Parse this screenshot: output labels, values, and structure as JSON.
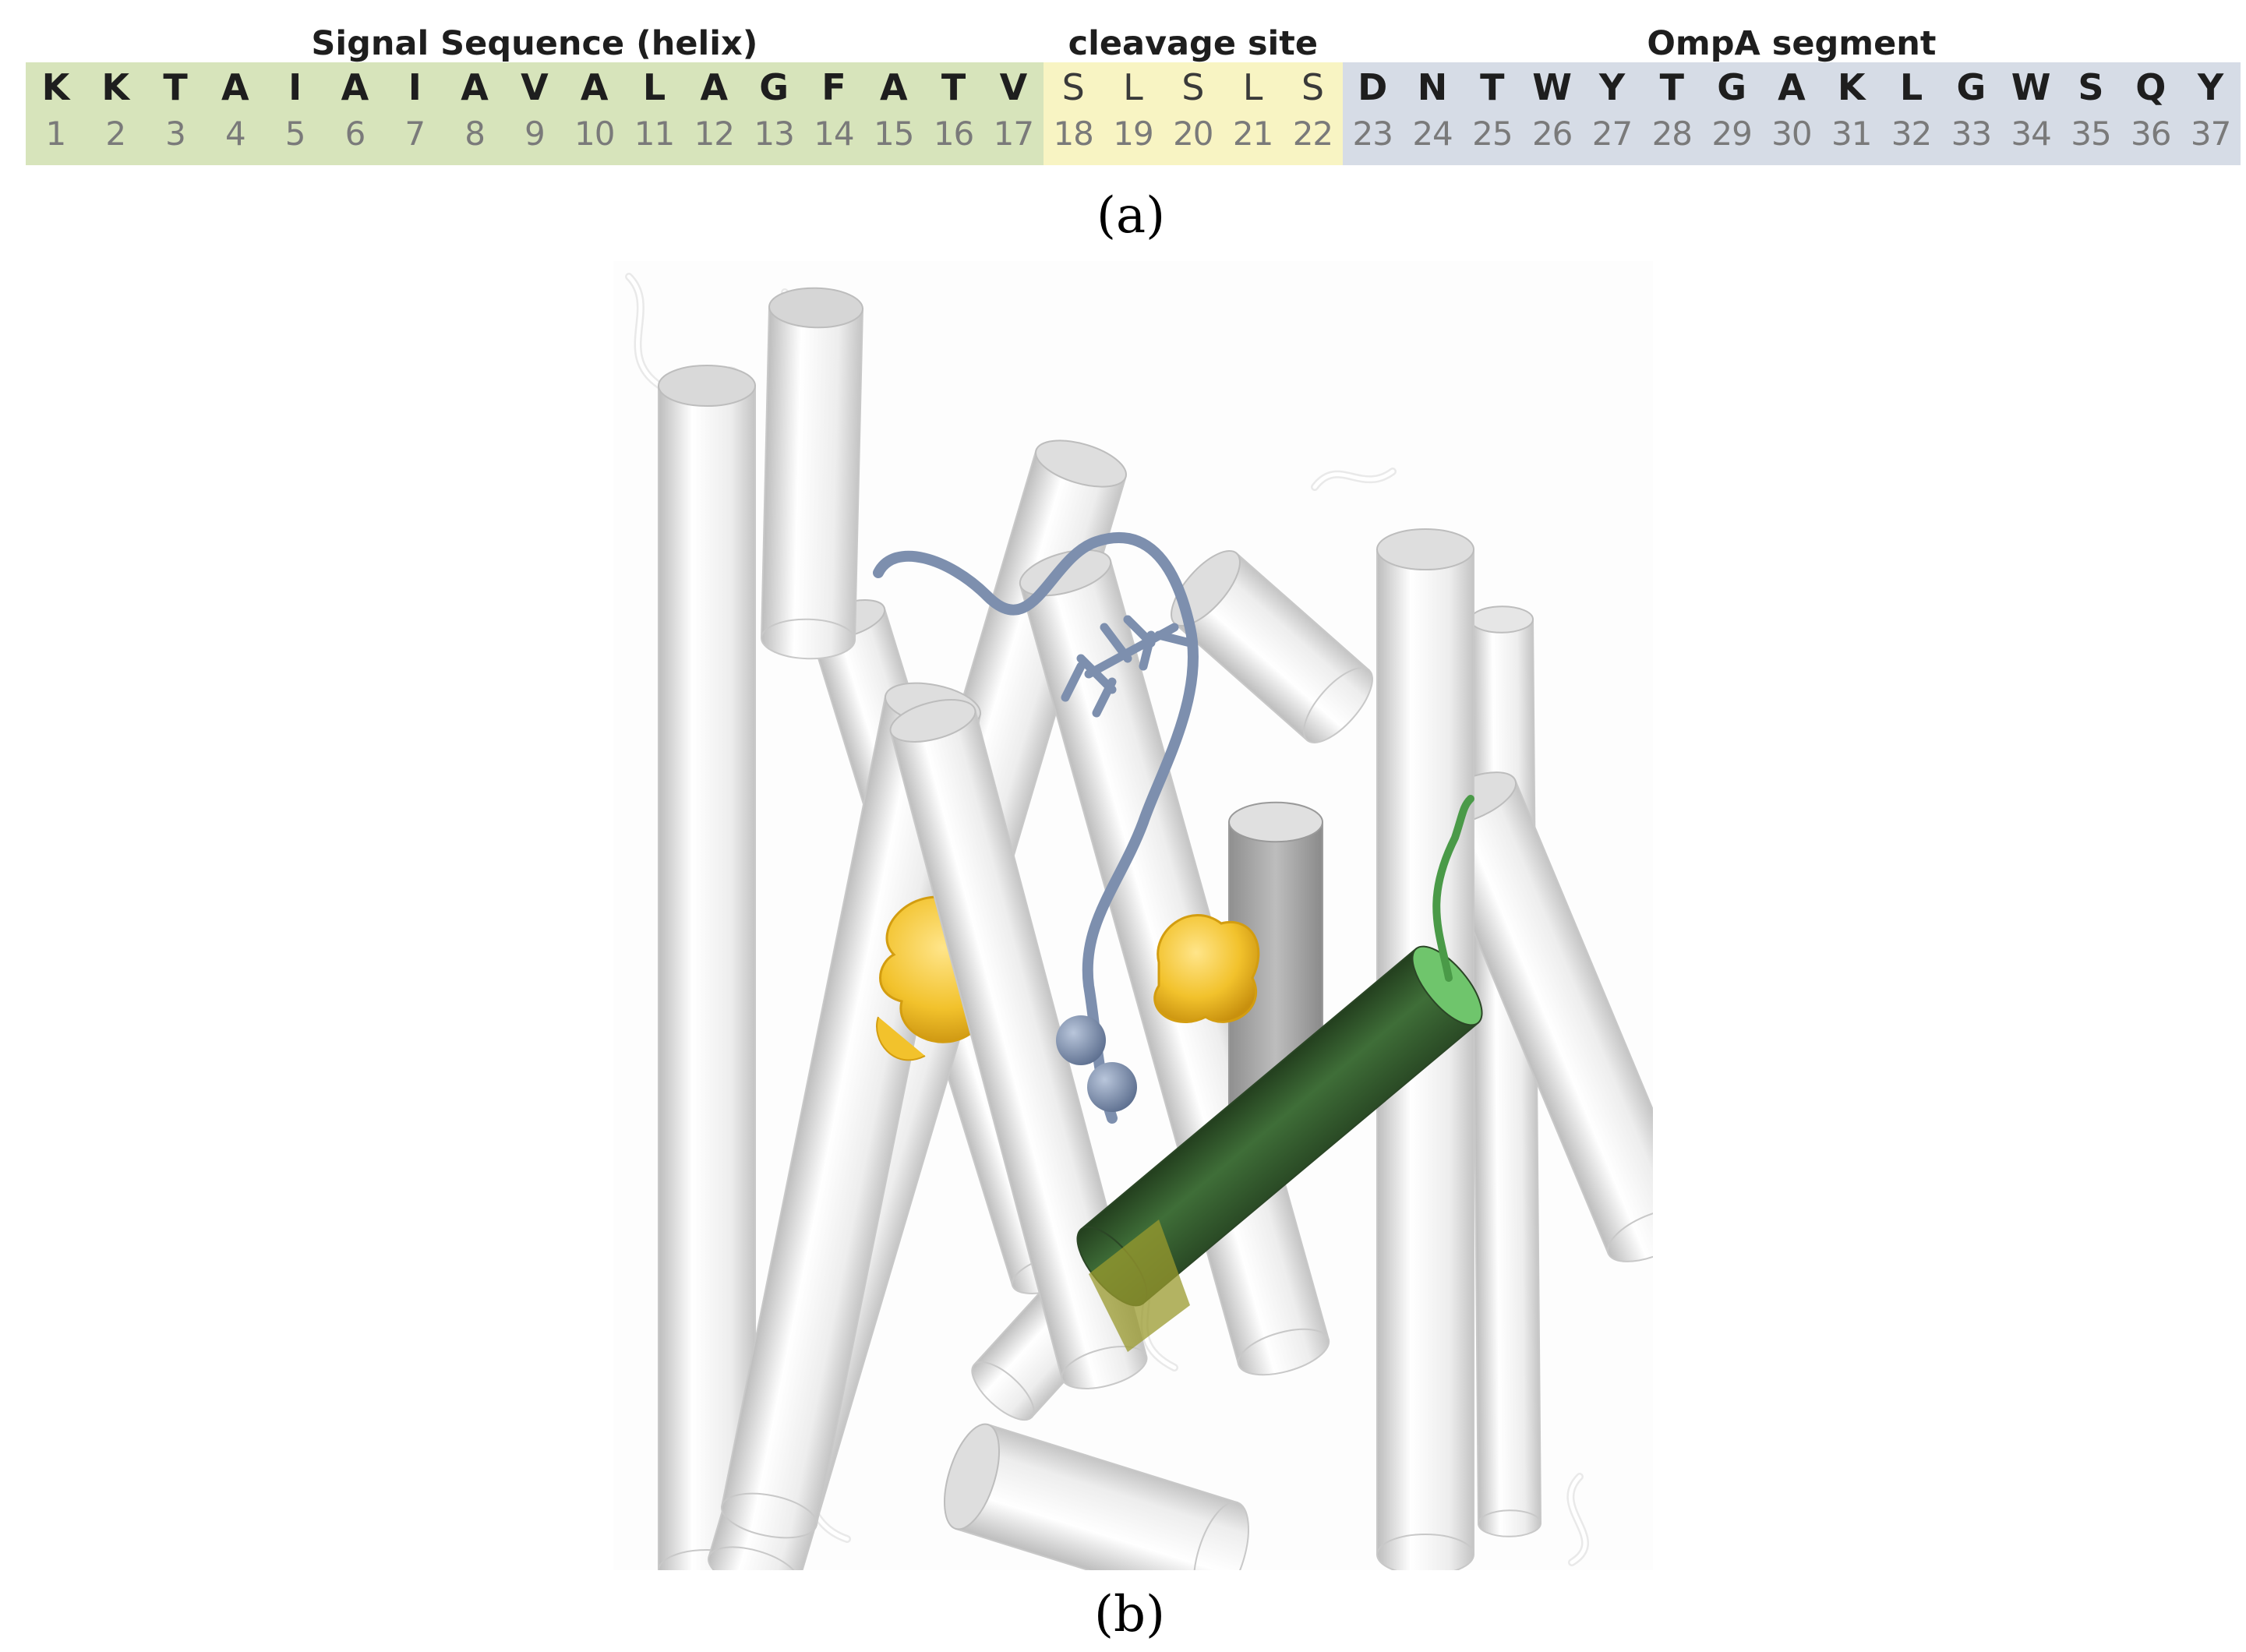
{
  "sequence_table": {
    "sections": [
      {
        "title": "Signal Sequence (helix)",
        "color": "#d7e4bb",
        "start": 1,
        "end": 17
      },
      {
        "title": "cleavage site",
        "color": "#f8f4c3",
        "start": 18,
        "end": 22
      },
      {
        "title": "OmpA segment",
        "color": "#d6dce6",
        "start": 23,
        "end": 37
      }
    ],
    "residues": [
      "K",
      "K",
      "T",
      "A",
      "I",
      "A",
      "I",
      "A",
      "V",
      "A",
      "L",
      "A",
      "G",
      "F",
      "A",
      "T",
      "V",
      "S",
      "L",
      "S",
      "L",
      "S",
      "D",
      "N",
      "T",
      "W",
      "Y",
      "T",
      "G",
      "A",
      "K",
      "L",
      "G",
      "W",
      "S",
      "Q",
      "Y"
    ],
    "numbers": [
      "1",
      "2",
      "3",
      "4",
      "5",
      "6",
      "7",
      "8",
      "9",
      "10",
      "11",
      "12",
      "13",
      "14",
      "15",
      "16",
      "17",
      "18",
      "19",
      "20",
      "21",
      "22",
      "23",
      "24",
      "25",
      "26",
      "27",
      "28",
      "29",
      "30",
      "31",
      "32",
      "33",
      "34",
      "35",
      "36",
      "37"
    ]
  },
  "panels": {
    "a_label": "(a)",
    "b_label": "(b)"
  },
  "colors": {
    "helix_white": "#f4f4f4",
    "helix_shadow": "#b8b8b8",
    "peptide_chain": "#7d8fae",
    "signal_helix": "#3e6a36",
    "signal_helix_end": "#6fc56c",
    "helix_tip": "#9a9a2e",
    "lipid": "#f2c22c"
  }
}
